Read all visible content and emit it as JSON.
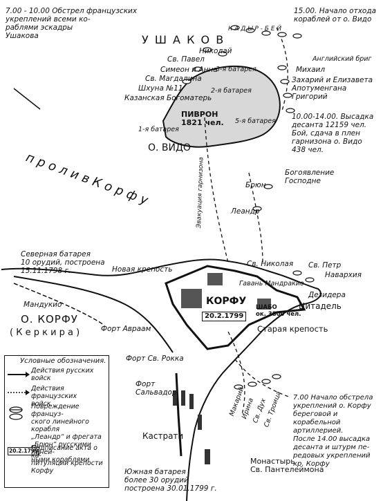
{
  "title": "",
  "labels": {
    "attack_ushakov": "7.00 - 10.00 Обстрел французских\nукреплений всеми ко-\nраблями эскадры\nУшакова",
    "retreat": "15.00. Начало отхода\nкораблей от о. Видо",
    "ushakov": "У Ш А К О В",
    "kadyr_bey": "К А Д Ы Р - Б Е Й",
    "english_brig": "Английский бриг",
    "sv_pavel": "Св. Павел",
    "nikolay": "Николай",
    "simeon_anna": "Симеон и Анна",
    "battery3": "3-я батарея",
    "sv_magdalina": "Св. Магдалина",
    "mikhail": "Михаил",
    "schooner11": "Шхуна №11",
    "zakhariy": "Захарий и Елизавета",
    "kazanskaya": "Казанская Богоматерь",
    "battery2": "2-я батарея",
    "apostol": "Апотуменгана",
    "grigoriy": "Григорий",
    "battery1": "1-я батарея",
    "pivron": "ПИВРОН\n1821 чел.",
    "battery5": "5-я батарея",
    "landing": "10.00-14.00. Высадка\nдесанта 12159 чел.\nБой, сдача в плен\nгарнизона о. Видо\n438 чел.",
    "vido": "О. ВИДО",
    "strait": "п р о л и в   К о р ф у",
    "bogoyavlenie": "Богоявление\nГосподне",
    "bryun": "Брюн",
    "leandr": "Леандр",
    "garrison_evac": "Эвакуация гарнизона",
    "north_battery": "Северная батарея\n10 орудий, построена\n15.11.1798 г.",
    "new_fortress": "Новая крепость",
    "sv_nikolaya": "Св. Николая",
    "sv_petr": "Св. Петр",
    "navarkhia": "Наварxия",
    "mandrakio": "Гавань Мандракио",
    "desiderio": "Дезидера",
    "korfu": "КОРФУ",
    "date_box": "20.2.1799",
    "shabo": "ШАБО\nок. 3800 чел.",
    "citadel": "Цитадель",
    "mandukio": "Мандукио",
    "island_korfu": "О. КОРФУ",
    "kerkira": "( К е р к и р а )",
    "fort_avraam": "Форт Авраам",
    "old_fortress": "Старая крепость",
    "fort_sv_rokka": "Форт Св. Рокка",
    "fort_salvador": "Форт\nСальвадор",
    "ships_south": [
      "Макарий",
      "Ирина",
      "Св. Дух",
      "Св. Троица"
    ],
    "shelling_korfu": "7.00 Начало обстрела\nукреплений о. Корфу\nбереговой и корабельной\nартиллерией.\nПосле 14.00 высадка\nдесанта и штурм пе-\nредовых укреплений\nкр. Корфу",
    "kastrati": "Кастрати",
    "south_battery": "Южная батарея\nболее 30 орудий\nпостроена 30.01.1799 г.",
    "monastery": "Монастырь\nСв. Пантелеймона"
  },
  "legend": {
    "title": "Условные обозначения.",
    "items": [
      "Действия русских\nвойск",
      "Действия французских\nвойск",
      "Повреждение француз-\nского линейного корабля\n„Леандр“ и фрегата\n„Брюн“ русскими линей-\nными кораблями",
      "Подписание акта о ка-\nпитуляции крепости\nКорфу"
    ],
    "date_symbol": "20.2.1799"
  }
}
